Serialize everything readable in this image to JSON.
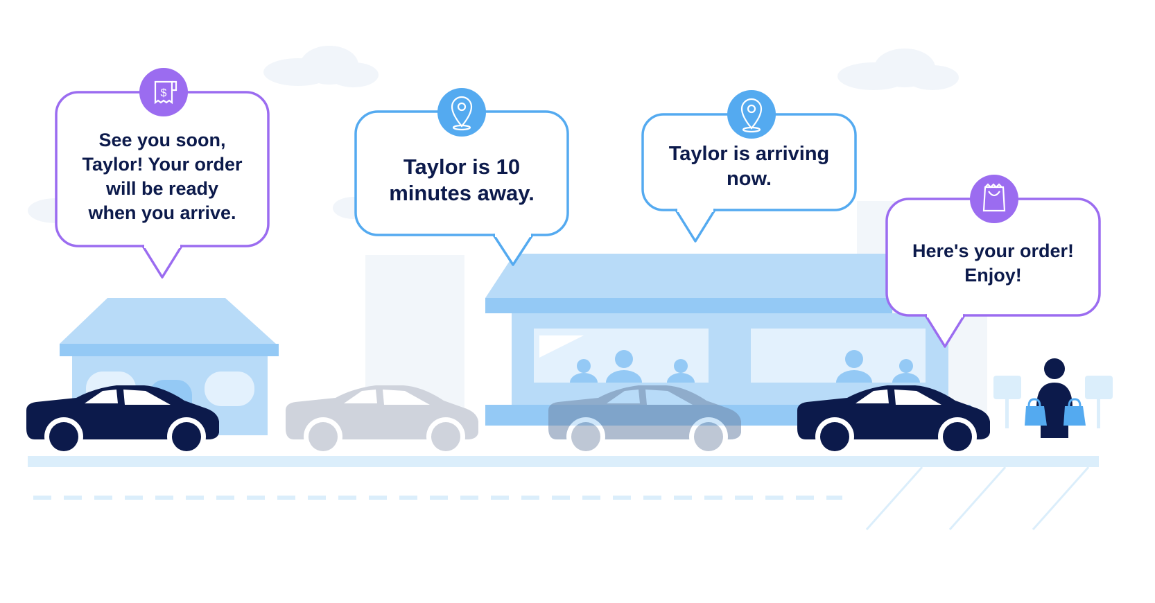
{
  "colors": {
    "navy": "#0c1a4b",
    "purple": "#9b6cf0",
    "blue": "#54aaf0",
    "light_building": "#b8dbf8",
    "mid_building": "#94c9f5",
    "ghost_car": "#cfd3dc",
    "road": "#dbeefb",
    "cloud": "#f1f5fa"
  },
  "bubbles": [
    {
      "icon": "receipt-dollar-icon",
      "accent": "purple",
      "lines": [
        "See you soon,",
        "Taylor! Your order",
        "will be ready",
        "when you arrive."
      ]
    },
    {
      "icon": "map-pin-icon",
      "accent": "blue",
      "lines": [
        "Taylor is 10",
        "minutes away."
      ]
    },
    {
      "icon": "map-pin-icon",
      "accent": "blue",
      "lines": [
        "Taylor is arriving now."
      ]
    },
    {
      "icon": "shopping-bag-icon",
      "accent": "purple",
      "lines": [
        "Here's your order!",
        "Enjoy!"
      ]
    }
  ]
}
